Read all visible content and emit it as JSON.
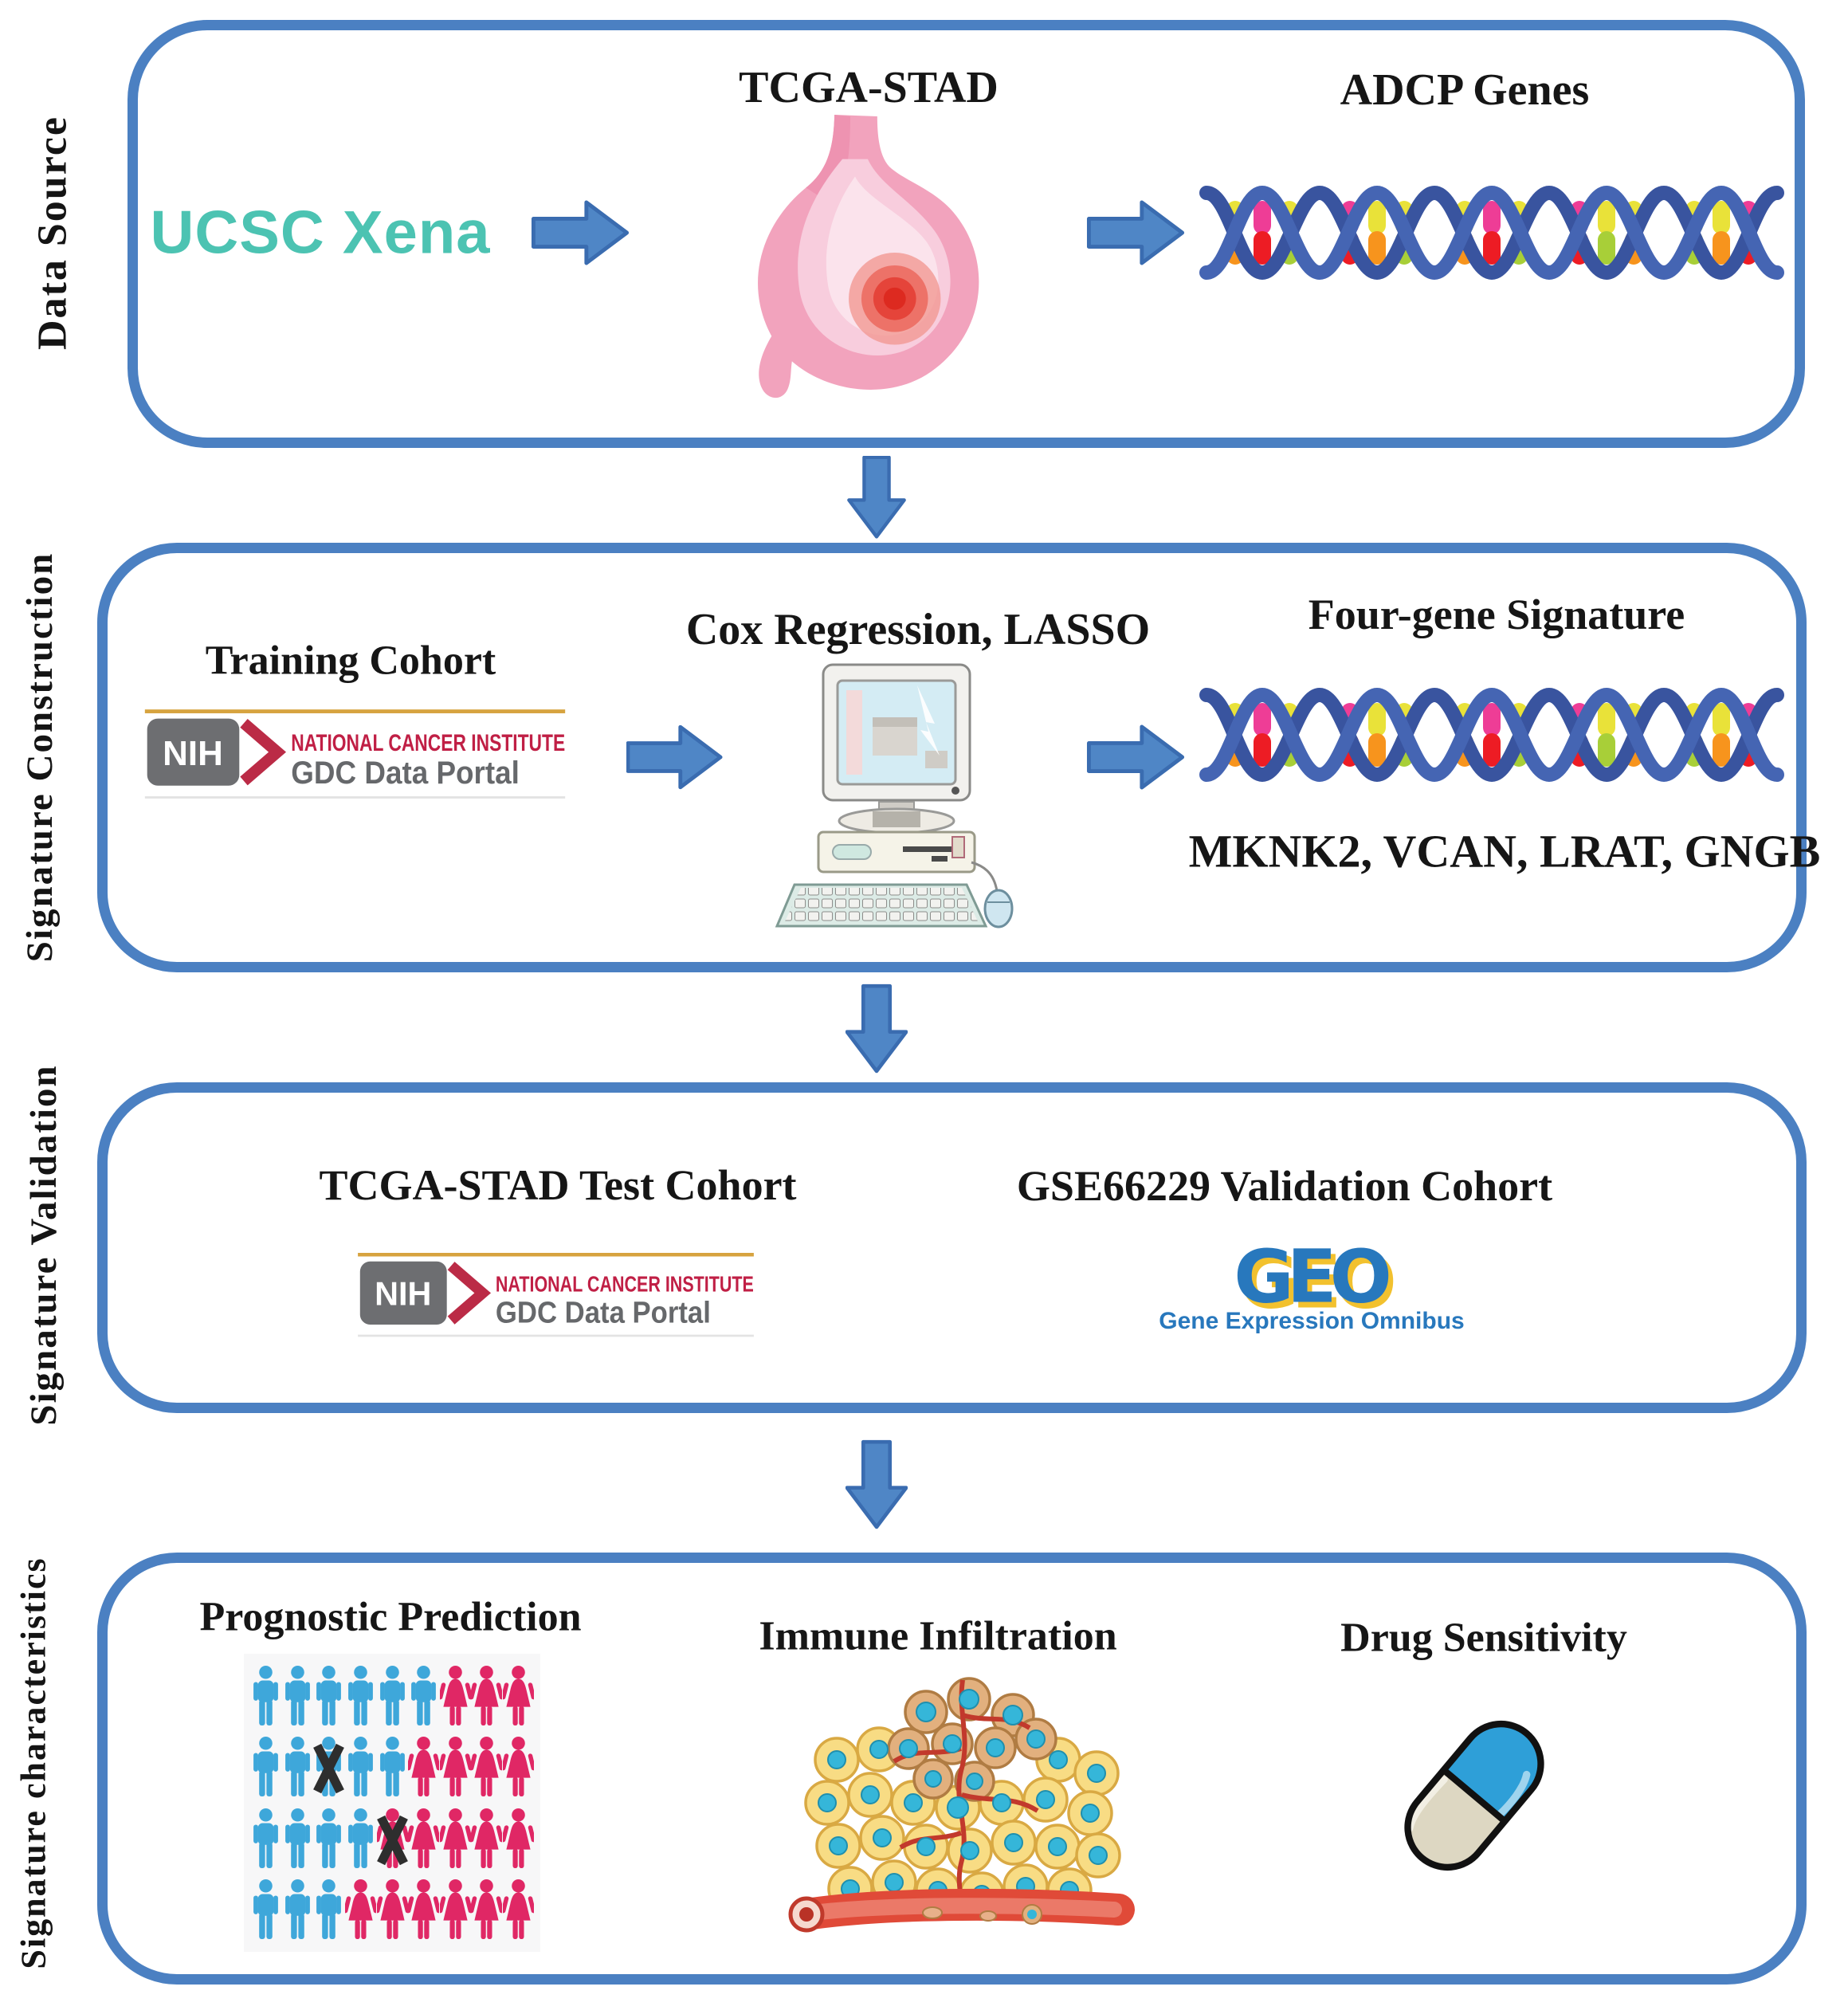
{
  "sections": {
    "s1": {
      "label": "Data Source"
    },
    "s2": {
      "label": "Signature Construction"
    },
    "s3": {
      "label": "Signature Validation"
    },
    "s4": {
      "label": "Signature characteristics"
    }
  },
  "box1": {
    "source_name": "UCSC Xena",
    "stomach_label": "TCGA-STAD",
    "dna_label": "ADCP Genes"
  },
  "box2": {
    "cohort_label": "Training Cohort",
    "method_label": "Cox Regression, LASSO",
    "signature_label": "Four-gene Signature",
    "genes": "MKNK2, VCAN, LRAT, GNGB"
  },
  "box3": {
    "test_cohort_label": "TCGA-STAD Test Cohort",
    "validation_cohort_label": "GSE66229 Validation Cohort"
  },
  "box4": {
    "prognostic_label": "Prognostic Prediction",
    "immune_label": "Immune Infiltration",
    "drug_label": "Drug Sensitivity"
  },
  "gdc_logo": {
    "nih": "NIH",
    "institute": "NATIONAL CANCER INSTITUTE",
    "portal": "GDC Data Portal"
  },
  "geo_logo": {
    "acronym": "GEO",
    "full_name": "Gene Expression Omnibus"
  },
  "population_grid": {
    "rows": [
      "BBBBBBPPP",
      "BBXBBPPPP",
      "BBBBYPPPP",
      "BBBPPPPPP"
    ],
    "legend": "B=alive male (blue), P=alive female (pink), X/Y=deceased (crossed)"
  },
  "colors": {
    "box_border": "#4b80c2",
    "arrow_fill": "#4f86c6",
    "brand_teal": "#4cc3b2",
    "nci_red": "#c01f45",
    "gdc_gray": "#66686b",
    "geo_blue": "#2878bd",
    "geo_yellow": "#f2c12e",
    "male_blue": "#3ea7da",
    "female_pink": "#e02765"
  }
}
